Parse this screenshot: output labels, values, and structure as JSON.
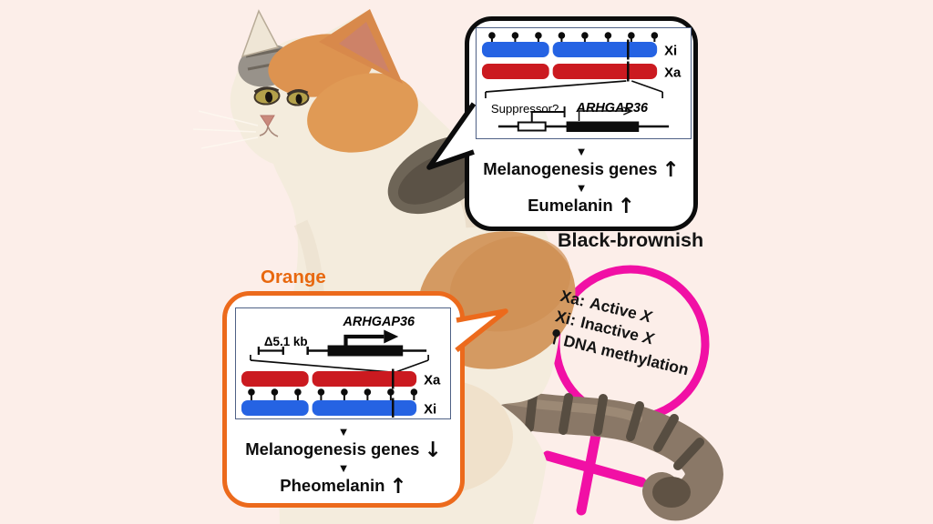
{
  "figure": {
    "background_color": "#fceee9",
    "subject": "calico cat coat-color genetics diagram"
  },
  "colors": {
    "bubble_black_border": "#0c0c0c",
    "bubble_orange_border": "#ec6a1c",
    "female_symbol_magenta": "#f110a5",
    "chromosome_active_red": "#cb1a20",
    "chromosome_inactive_blue": "#2563e3",
    "diagram_box_border": "#4f6186"
  },
  "black_bubble": {
    "xi": "Xi",
    "xa": "Xa",
    "suppressor": "Suppressor?",
    "gene": "ARHGAP36",
    "step1": "Melanogenesis genes",
    "step1_arrow": "↑",
    "step2": "Eumelanin",
    "step2_arrow": "↑",
    "caption": "Black-brownish"
  },
  "orange_bubble": {
    "caption": "Orange",
    "gene": "ARHGAP36",
    "deletion": "Δ5.1 kb",
    "xa": "Xa",
    "xi": "Xi",
    "step1": "Melanogenesis genes",
    "step1_arrow": "↓",
    "step2": "Pheomelanin",
    "step2_arrow": "↑"
  },
  "legend": {
    "line1_head": "Xa:",
    "line1_body": "Active",
    "line1_x": "X",
    "line2_head": "Xi:",
    "line2_body": "Inactive",
    "line2_x": "X",
    "line3": "DNA methylation"
  },
  "glyphs": {
    "down_triangle": "▼"
  }
}
